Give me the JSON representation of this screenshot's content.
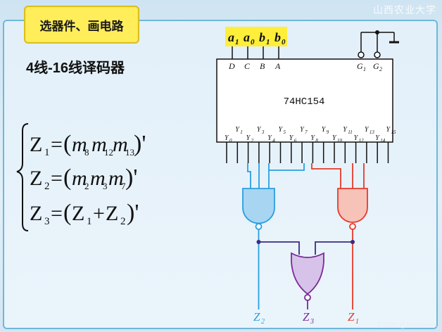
{
  "header": {
    "title": "选器件、画电路",
    "school": "山西农业大学",
    "subtitle": "4线-16线译码器"
  },
  "equations": {
    "z1": {
      "lhs": "Z",
      "sub": "1",
      "eq": "=",
      "terms": [
        {
          "m": "m",
          "s": "8"
        },
        {
          "m": "m",
          "s": "12"
        },
        {
          "m": "m",
          "s": "13"
        }
      ]
    },
    "z2": {
      "lhs": "Z",
      "sub": "2",
      "eq": "=",
      "terms": [
        {
          "m": "m",
          "s": "2"
        },
        {
          "m": "m",
          "s": "3"
        },
        {
          "m": "m",
          "s": "7"
        }
      ]
    },
    "z3": {
      "lhs": "Z",
      "sub": "3",
      "rhs1": "Z",
      "rhs1sub": "1",
      "plus": "+",
      "rhs2": "Z",
      "rhs2sub": "2"
    }
  },
  "chip": {
    "name": "74HC154",
    "input_labels": [
      "D",
      "C",
      "B",
      "A"
    ],
    "enable_labels": [
      {
        "base": "G",
        "sub": "1"
      },
      {
        "base": "G",
        "sub": "2"
      }
    ],
    "variables": [
      {
        "base": "a",
        "sub": "1"
      },
      {
        "base": "a",
        "sub": "0"
      },
      {
        "base": "b",
        "sub": "1"
      },
      {
        "base": "b",
        "sub": "0"
      }
    ],
    "outputs": [
      "0",
      "1",
      "2",
      "3",
      "4",
      "5",
      "6",
      "7",
      "8",
      "9",
      "10",
      "11",
      "12",
      "13",
      "14",
      "15"
    ],
    "output_letter": "Y"
  },
  "outputs": {
    "z2": {
      "base": "Z",
      "sub": "2",
      "color": "#2a9fe0"
    },
    "z3": {
      "base": "Z",
      "sub": "3",
      "color": "#7a2a96"
    },
    "z1": {
      "base": "Z",
      "sub": "1",
      "color": "#e53a2a"
    }
  },
  "watermark": "CSDN @Moonnnn."
}
